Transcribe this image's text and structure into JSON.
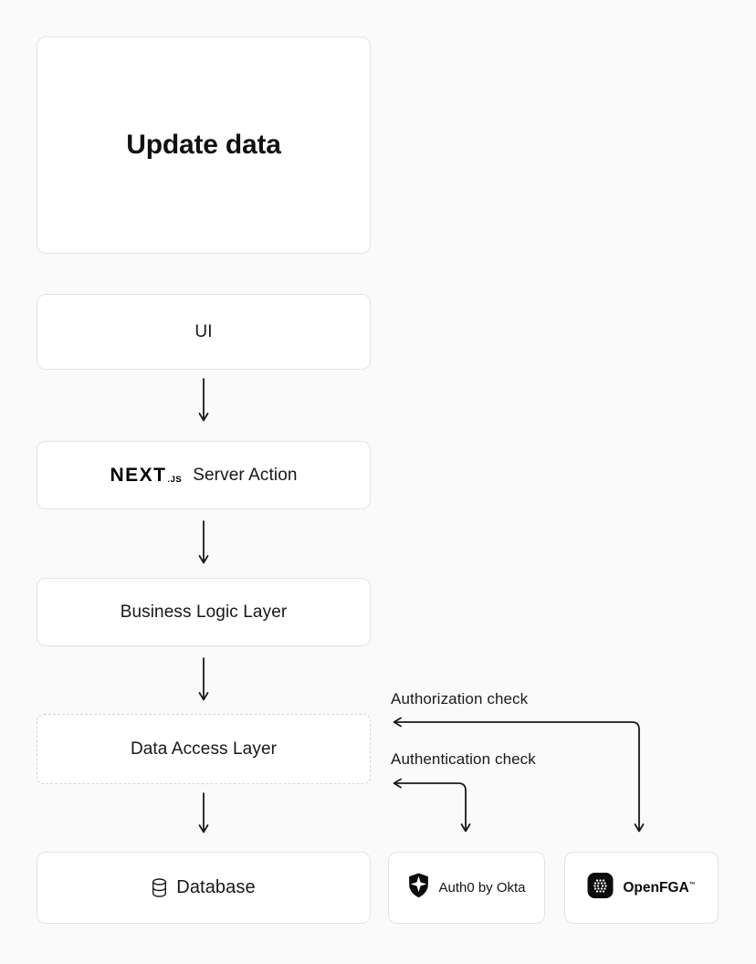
{
  "diagram": {
    "heading_node": {
      "label": "Update data"
    },
    "nodes": {
      "ui": {
        "label": "UI"
      },
      "server_action": {
        "brand": "NEXT",
        "brand_suffix": ".JS",
        "label": "Server Action"
      },
      "business_logic": {
        "label": "Business Logic Layer"
      },
      "data_access": {
        "label": "Data Access Layer"
      },
      "database": {
        "label": "Database",
        "icon": "database-cylinder-icon"
      },
      "auth0": {
        "label": "Auth0 by Okta",
        "icon": "auth0-shield-icon"
      },
      "openfga": {
        "label": "OpenFGA",
        "trademark": "™",
        "icon": "openfga-matrix-icon"
      }
    },
    "edges": {
      "authorization": {
        "label": "Authorization check"
      },
      "authentication": {
        "label": "Authentication check"
      }
    },
    "colors": {
      "background": "#fafafa",
      "node_background": "#ffffff",
      "node_border": "#e4e4e4",
      "dashed_border": "#d4d4d4",
      "text": "#171717",
      "arrow": "#1a1a1a",
      "logo_black": "#000000"
    }
  }
}
